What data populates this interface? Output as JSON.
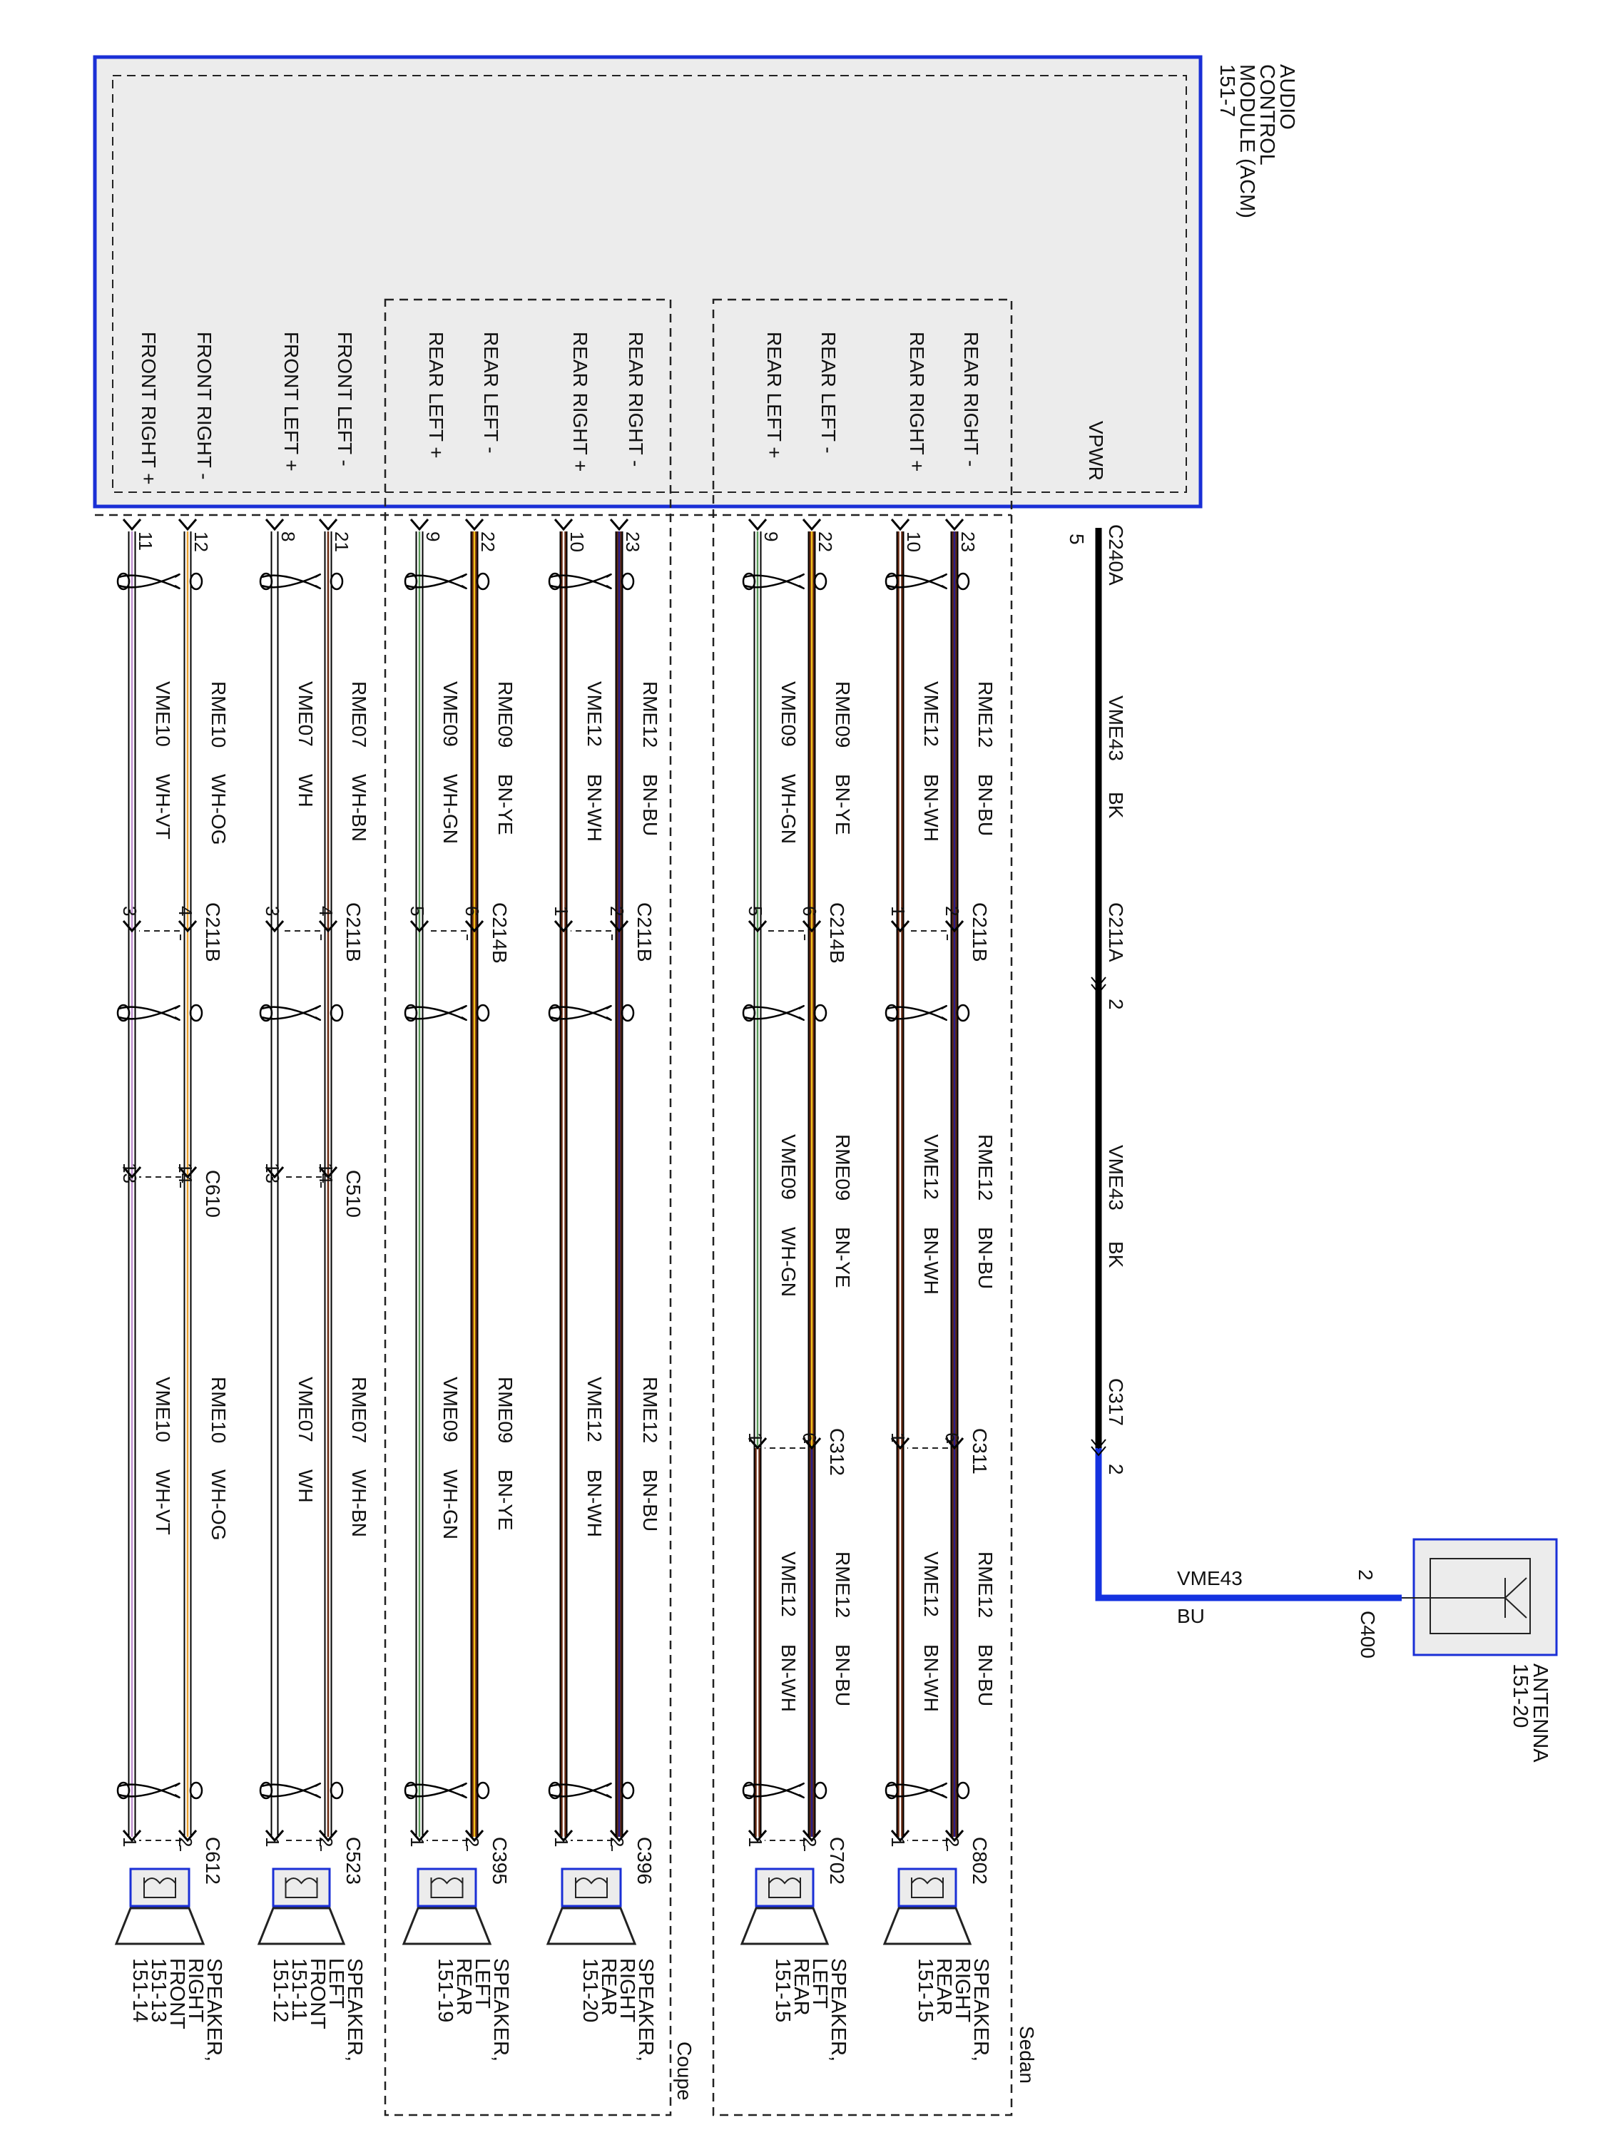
{
  "acm": {
    "name_lines": [
      "AUDIO",
      "CONTROL",
      "MODULE (ACM)",
      "151-7"
    ],
    "pins": [
      {
        "label": "VPWR",
        "pin": "5"
      },
      {
        "label": "REAR RIGHT -",
        "pin": "23"
      },
      {
        "label": "REAR RIGHT +",
        "pin": "10"
      },
      {
        "label": "REAR LEFT -",
        "pin": "22"
      },
      {
        "label": "REAR LEFT +",
        "pin": "9"
      },
      {
        "label": "REAR RIGHT -",
        "pin": "23"
      },
      {
        "label": "REAR RIGHT +",
        "pin": "10"
      },
      {
        "label": "REAR LEFT -",
        "pin": "22"
      },
      {
        "label": "REAR LEFT +",
        "pin": "9"
      },
      {
        "label": "FRONT LEFT -",
        "pin": "21"
      },
      {
        "label": "FRONT LEFT +",
        "pin": "8"
      },
      {
        "label": "FRONT RIGHT -",
        "pin": "12"
      },
      {
        "label": "FRONT RIGHT +",
        "pin": "11"
      }
    ]
  },
  "antenna": {
    "name_lines": [
      "ANTENNA",
      "151-20"
    ],
    "connector": "C400",
    "pin": "2",
    "circuit": "VME43",
    "color": "BU"
  },
  "power_circuit": {
    "top_connector": "C240A",
    "seg1": {
      "circuit": "VME43",
      "color": "BK"
    },
    "mid_connector": "C211A",
    "mid_pin": "2",
    "seg2": {
      "circuit": "VME43",
      "color": "BK"
    },
    "low_connector": "C317",
    "low_pin": "2"
  },
  "groups": {
    "sedan": "Sedan",
    "coupe": "Coupe"
  },
  "wires": [
    {
      "circuit": "RME12",
      "color": "BN-BU"
    },
    {
      "circuit": "VME12",
      "color": "BN-WH"
    },
    {
      "circuit": "RME09",
      "color": "BN-YE"
    },
    {
      "circuit": "VME09",
      "color": "WH-GN"
    },
    {
      "circuit": "RME12",
      "color": "BN-BU"
    },
    {
      "circuit": "VME12",
      "color": "BN-WH"
    },
    {
      "circuit": "RME09",
      "color": "BN-YE"
    },
    {
      "circuit": "VME09",
      "color": "WH-GN"
    },
    {
      "circuit": "RME07",
      "color": "WH-BN"
    },
    {
      "circuit": "VME07",
      "color": "WH"
    },
    {
      "circuit": "RME10",
      "color": "WH-OG"
    },
    {
      "circuit": "VME10",
      "color": "WH-VT"
    }
  ],
  "inline_connectors": [
    {
      "name": "C211B",
      "pin_a": "2",
      "pin_b": "1"
    },
    {
      "name": "C214B",
      "pin_a": "6",
      "pin_b": "5"
    },
    {
      "name": "C211B",
      "pin_a": "2",
      "pin_b": "1"
    },
    {
      "name": "C214B",
      "pin_a": "6",
      "pin_b": "5"
    },
    {
      "name": "C211B",
      "pin_a": "4",
      "pin_b": "3"
    },
    {
      "name": "C211B",
      "pin_a": "4",
      "pin_b": "3"
    }
  ],
  "second_connectors": [
    {
      "name": "C311",
      "pin_a": "6",
      "pin_b": "1"
    },
    {
      "name": "C312",
      "pin_a": "6",
      "pin_b": "1"
    },
    {
      "name": "C510",
      "pin_a": "14",
      "pin_b": "13"
    },
    {
      "name": "C610",
      "pin_a": "14",
      "pin_b": "13"
    }
  ],
  "sedan_lower_wires": [
    {
      "circuit": "RME12",
      "color": "BN-BU"
    },
    {
      "circuit": "VME12",
      "color": "BN-WH"
    },
    {
      "circuit": "RME12",
      "color": "BN-BU"
    },
    {
      "circuit": "VME12",
      "color": "BN-WH"
    }
  ],
  "speakers": [
    {
      "connector": "C802",
      "lines": [
        "SPEAKER,",
        "RIGHT",
        "REAR",
        "151-15"
      ]
    },
    {
      "connector": "C702",
      "lines": [
        "SPEAKER,",
        "LEFT",
        "REAR",
        "151-15"
      ]
    },
    {
      "connector": "C396",
      "lines": [
        "SPEAKER,",
        "RIGHT",
        "REAR",
        "151-20"
      ]
    },
    {
      "connector": "C395",
      "lines": [
        "SPEAKER,",
        "LEFT",
        "REAR",
        "151-19"
      ]
    },
    {
      "connector": "C523",
      "lines": [
        "SPEAKER,",
        "LEFT",
        "FRONT",
        "151-11",
        "151-12"
      ]
    },
    {
      "connector": "C612",
      "lines": [
        "SPEAKER,",
        "RIGHT",
        "FRONT",
        "151-13",
        "151-14"
      ]
    }
  ],
  "speaker_pins": {
    "a": "2",
    "b": "1"
  },
  "colors": {
    "module_border": "#1a2fd6",
    "module_fill": "#ededed",
    "blue_wire": "#1432e0",
    "black_wire": "#000000"
  }
}
